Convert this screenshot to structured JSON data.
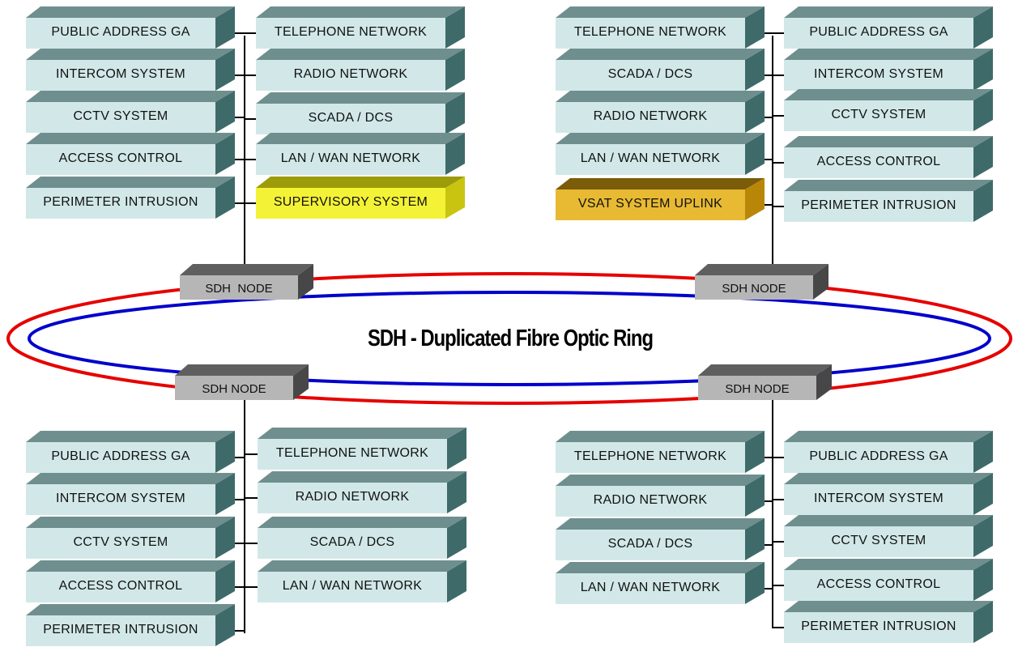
{
  "ring": {
    "title": "SDH - Duplicated Fibre Optic Ring",
    "colors": {
      "outer": "#e60000",
      "inner": "#0000cc"
    }
  },
  "colors": {
    "box": {
      "front": "#d2e8e8",
      "top": "#6f8f8f",
      "side": "#3f6a6a"
    },
    "supervisory": {
      "front": "#f4f236",
      "top": "#9c9b0a",
      "side": "#c9c410"
    },
    "vsat": {
      "front": "#e8ba33",
      "top": "#7b5c08",
      "side": "#b88707"
    },
    "node": {
      "front": "#b6b6b6",
      "top": "#5f5f5f",
      "side": "#474747"
    }
  },
  "nodes": {
    "top_left": "SDH  NODE",
    "top_right": "SDH NODE",
    "bottom_left": "SDH NODE",
    "bottom_right": "SDH NODE"
  },
  "clusters": {
    "top_left": {
      "left": [
        "PUBLIC ADDRESS GA",
        "INTERCOM SYSTEM",
        "CCTV SYSTEM",
        "ACCESS CONTROL",
        "PERIMETER INTRUSION"
      ],
      "right": [
        "TELEPHONE NETWORK",
        "RADIO NETWORK",
        "SCADA / DCS",
        "LAN / WAN NETWORK",
        "SUPERVISORY SYSTEM"
      ]
    },
    "top_right": {
      "left": [
        "TELEPHONE NETWORK",
        "SCADA / DCS",
        "RADIO NETWORK",
        "LAN / WAN NETWORK",
        "VSAT SYSTEM UPLINK"
      ],
      "right": [
        "PUBLIC ADDRESS GA",
        "INTERCOM SYSTEM",
        "CCTV SYSTEM",
        "ACCESS CONTROL",
        "PERIMETER INTRUSION"
      ]
    },
    "bottom_left": {
      "left": [
        "PUBLIC ADDRESS GA",
        "INTERCOM SYSTEM",
        "CCTV SYSTEM",
        "ACCESS CONTROL",
        "PERIMETER INTRUSION"
      ],
      "right": [
        "TELEPHONE NETWORK",
        "RADIO NETWORK",
        "SCADA / DCS",
        "LAN / WAN NETWORK"
      ]
    },
    "bottom_right": {
      "left": [
        "TELEPHONE NETWORK",
        "RADIO NETWORK",
        "SCADA / DCS",
        "LAN / WAN NETWORK"
      ],
      "right": [
        "PUBLIC ADDRESS GA",
        "INTERCOM SYSTEM",
        "CCTV SYSTEM",
        "ACCESS CONTROL",
        "PERIMETER INTRUSION"
      ]
    }
  }
}
